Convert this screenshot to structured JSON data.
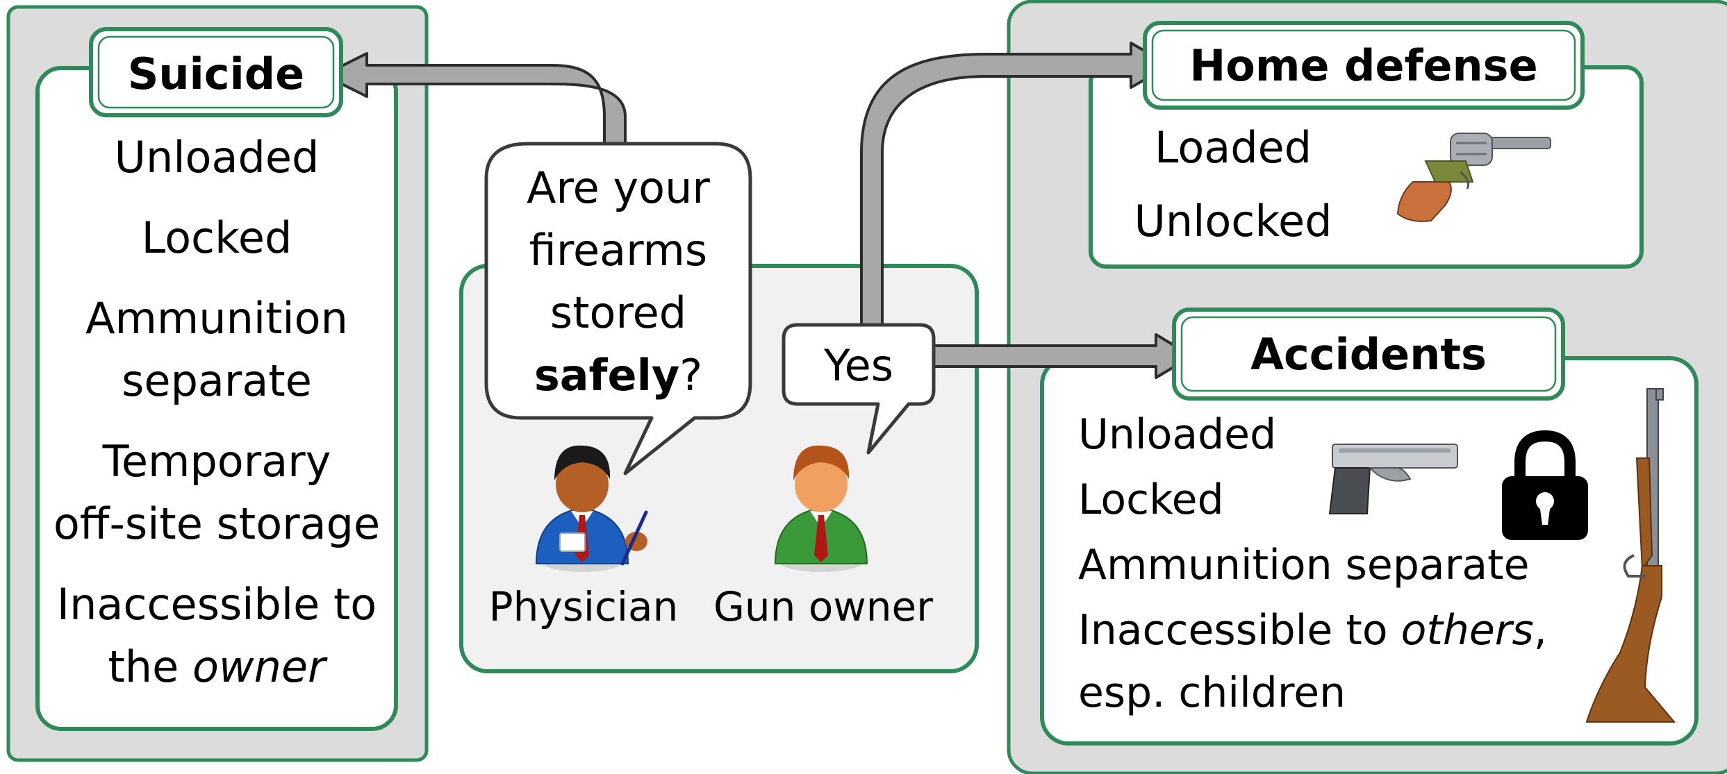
{
  "colors": {
    "panel_fill": "#dcdcdc",
    "panel_border": "#2f8a5a",
    "arrow_fill": "#a8a8a8",
    "arrow_stroke": "#2d2d2d",
    "speech_border": "#3a3a3a"
  },
  "suicide": {
    "title": "Suicide",
    "items": [
      "Unloaded",
      "Locked",
      "Ammunition",
      "separate",
      "Temporary",
      "off-site storage",
      "Inaccessible to"
    ],
    "last_line_plain": "the ",
    "last_line_italic": "owner"
  },
  "center": {
    "question": {
      "line1": "Are your",
      "line2": "firearms",
      "line3": "stored",
      "bold": "safely",
      "mark": "?"
    },
    "reply": "Yes",
    "physician_label": "Physician",
    "gun_owner_label": "Gun owner",
    "physician_icon": "physician-person-icon",
    "gun_owner_icon": "gun-owner-person-icon"
  },
  "home_defense": {
    "title": "Home defense",
    "items": [
      "Loaded",
      "Unlocked"
    ],
    "icon": "revolver-icon"
  },
  "accidents": {
    "title": "Accidents",
    "items": [
      "Unloaded",
      "Locked",
      "Ammunition separate"
    ],
    "line4_plain": "Inaccessible to ",
    "line4_italic": "others",
    "line4_end": ",",
    "line5": "esp. children",
    "icons": [
      "pistol-icon",
      "padlock-icon",
      "rifle-icon"
    ]
  }
}
